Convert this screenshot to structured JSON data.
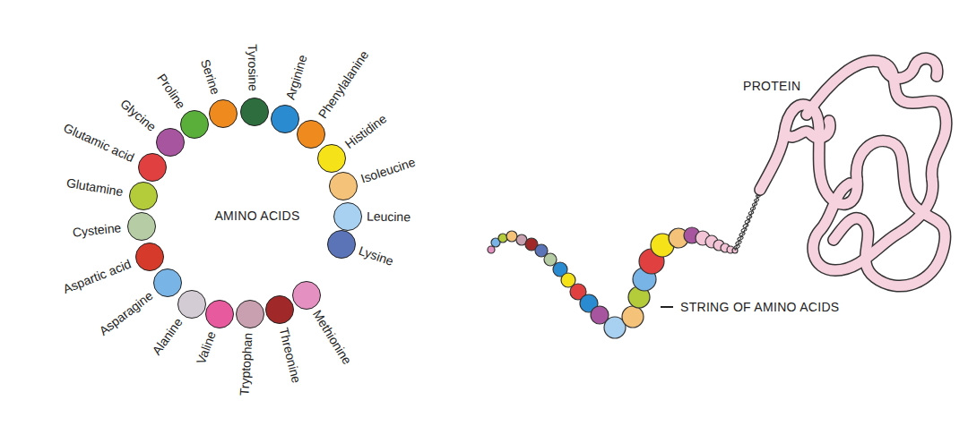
{
  "diagram": {
    "nodes": [
      {
        "text": [
          "Glutamic acid"
        ]
      },
      {
        "text": [
          "Glycine"
        ]
      },
      {
        "text": [
          "Proline"
        ]
      },
      {
        "text": [
          "Serine"
        ]
      },
      {
        "text": [
          "Tyrosine"
        ]
      },
      {
        "text": [
          "Arginine"
        ]
      },
      {
        "text": [
          "Phenylalanine"
        ]
      },
      {
        "text": [
          "Histidine"
        ]
      },
      {
        "text": [
          "Isoleucine"
        ]
      },
      {
        "text": [
          "Leucine"
        ]
      },
      {
        "text": [
          "Lysine"
        ]
      },
      {
        "text": [
          "Glutamine"
        ]
      },
      {
        "text": [
          "Cysteine"
        ]
      },
      {
        "text": [
          "Aspartic acid"
        ]
      },
      {
        "text": [
          "Asparagine"
        ]
      },
      {
        "text": [
          "Alanine"
        ]
      },
      {
        "text": [
          "Valine"
        ]
      },
      {
        "text": [
          "Tryptophan"
        ]
      },
      {
        "text": [
          "Threonine"
        ]
      },
      {
        "text": [
          "Methionine"
        ]
      }
    ],
    "labels": [
      "AMINO ACIDS",
      "STRING OF AMINO ACIDS",
      "PROTEIN"
    ]
  }
}
